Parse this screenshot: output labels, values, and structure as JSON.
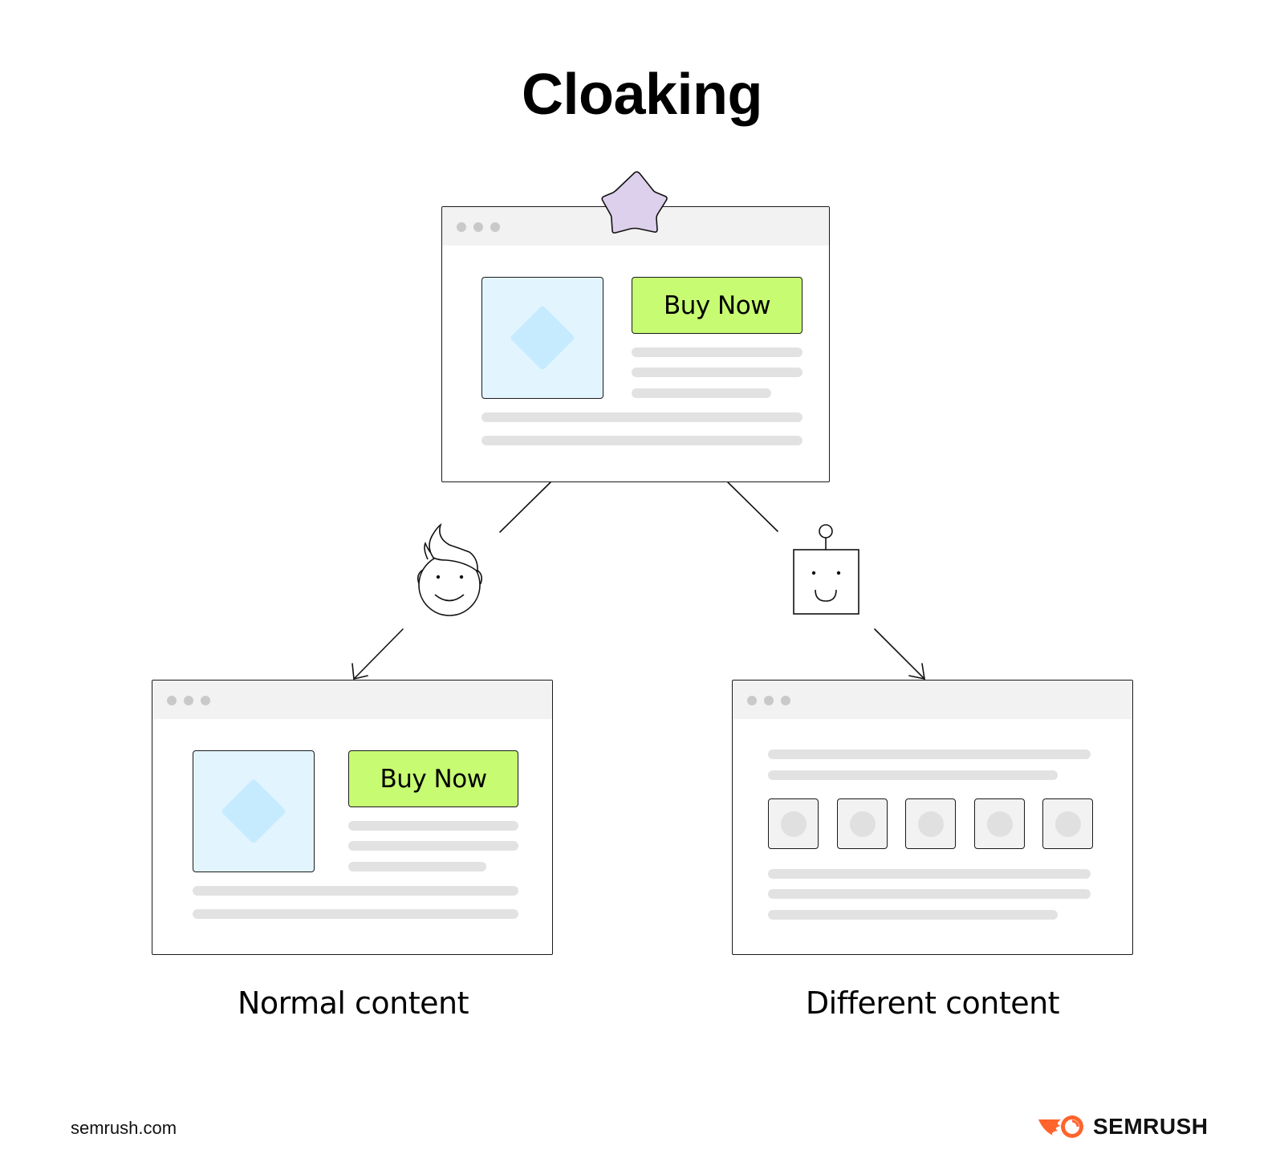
{
  "title": "Cloaking",
  "top_browser": {
    "button_label": "Buy Now",
    "badge_icon": "star-icon",
    "badge_color": "#ddd0ec"
  },
  "branches": [
    {
      "agent": "human-visitor",
      "agent_icon": "human-face-icon",
      "browser_button_label": "Buy Now",
      "caption": "Normal content"
    },
    {
      "agent": "search-bot",
      "agent_icon": "robot-icon",
      "tile_count": 5,
      "caption": "Different content"
    }
  ],
  "colors": {
    "button_fill": "#c7fb72",
    "image_fill": "#e2f5ff",
    "diamond_fill": "#c6ebfe",
    "placeholder_line": "#e2e2e2",
    "browser_bar": "#f2f2f2",
    "brand_orange": "#ff642d"
  },
  "footer": {
    "url": "semrush.com",
    "brand": "SEMRUSH"
  }
}
